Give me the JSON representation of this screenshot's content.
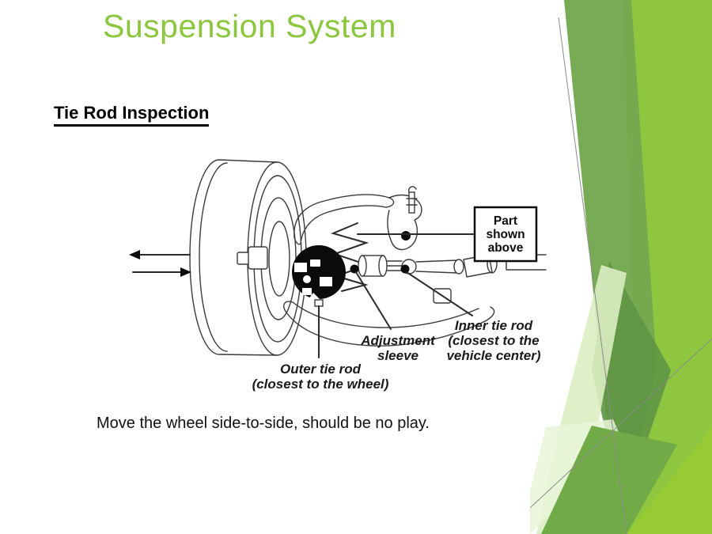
{
  "slide": {
    "title": "Suspension System",
    "heading": "Tie Rod Inspection",
    "body_text": "Move the wheel side-to-side, should be no play."
  },
  "diagram": {
    "part_box": [
      "Part",
      "shown",
      "above"
    ],
    "labels": {
      "adjustment": [
        "Adjustment",
        "sleeve"
      ],
      "inner": [
        "Inner tie rod",
        "(closest to the",
        "vehicle center)"
      ],
      "outer": [
        "Outer tie rod",
        "(closest to the wheel)"
      ]
    }
  },
  "colors": {
    "title-green": "#8cc63f",
    "deco-bright": "#8ec63f",
    "deco-medium": "#74a850",
    "deco-dark": "#5e9544",
    "deco-pale": "#dcedc2",
    "deco-paler": "#e9f4d8",
    "deco-bottom": "#71ab47",
    "deco-bottom-bright": "#97cb35",
    "line-gray": "#8a8a8a",
    "ink": "#1a1a1a"
  }
}
